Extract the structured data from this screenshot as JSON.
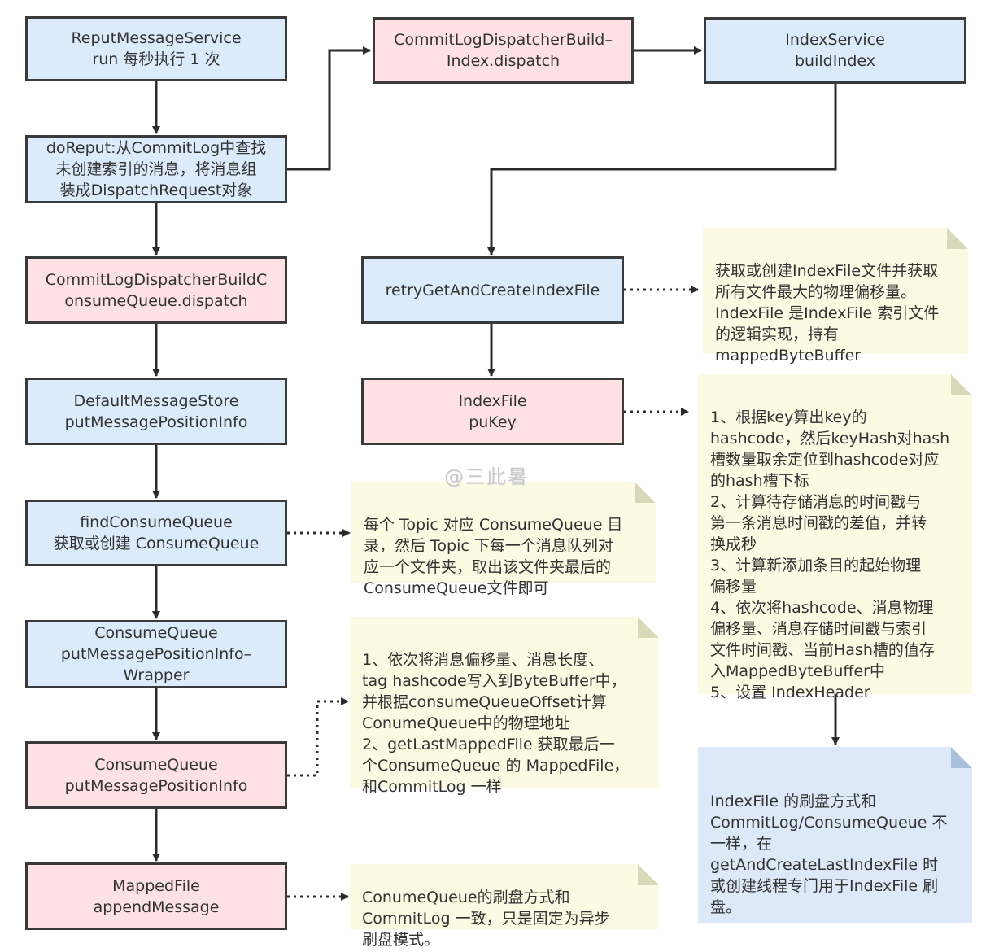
{
  "nodes": {
    "reput": {
      "text": "ReputMessageService\nrun 每秒执行 1 次"
    },
    "doreput": {
      "text": "doReput:从CommitLog中查找\n未创建索引的消息，将消息组\n装成DispatchRequest对象"
    },
    "dispatchCQ": {
      "text": "CommitLogDispatcherBuildC\nonsumeQueue.dispatch"
    },
    "defaultStore": {
      "text": "DefaultMessageStore\nputMessagePositionInfo"
    },
    "findCQ": {
      "text": "findConsumeQueue\n获取或创建 ConsumeQueue"
    },
    "cqWrapper": {
      "text": "ConsumeQueue\nputMessagePositionInfo–\nWrapper"
    },
    "cqPut": {
      "text": "ConsumeQueue\nputMessagePositionInfo"
    },
    "mapped": {
      "text": "MappedFile\nappendMessage"
    },
    "dispatchIndex": {
      "text": "CommitLogDispatcherBuild–\nIndex.dispatch"
    },
    "indexService": {
      "text": "IndexService\nbuildIndex"
    },
    "retryGet": {
      "text": "retryGetAndCreateIndexFile"
    },
    "indexFilePut": {
      "text": "IndexFile\npuKey"
    }
  },
  "notes": {
    "note1": {
      "text": "获取或创建IndexFile文件并获取\n所有文件最大的物理偏移量。\nIndexFile 是IndexFile 索引文件\n的逻辑实现，持有\nmappedByteBuffer"
    },
    "note2": {
      "text": "1、根据key算出key的\nhashcode，然后keyHash对hash\n槽数量取余定位到hashcode对应\n的hash槽下标\n2、计算待存储消息的时间戳与\n第一条消息时间戳的差值，并转\n换成秒\n3、计算新添加条目的起始物理\n偏移量\n4、依次将hashcode、消息物理\n偏移量、消息存储时间戳与索引\n文件时间戳、当前Hash槽的值存\n入MappedByteBuffer中\n5、设置 IndexHeader"
    },
    "note3": {
      "text": "每个 Topic 对应 ConsumeQueue 目\n录，然后 Topic 下每一个消息队列对\n应一个文件夹，取出该文件夹最后的\nConsumeQueue文件即可"
    },
    "note4": {
      "text": "1、依次将消息偏移量、消息长度、\ntag hashcode写入到ByteBuffer中，\n并根据consumeQueueOffset计算\nConumeQueue中的物理地址\n2、getLastMappedFile 获取最后一\n个ConsumeQueue 的 MappedFile，\n和CommitLog 一样"
    },
    "note5": {
      "text": "ConumeQueue的刷盘方式和\nCommitLog 一致，只是固定为异步\n刷盘模式。"
    },
    "note6": {
      "text": "IndexFile 的刷盘方式和\nCommitLog/ConsumeQueue 不\n一样，在\ngetAndCreateLastIndexFile 时\n或创建线程专门用于IndexFile 刷\n盘。"
    }
  },
  "watermark": "@三此暑",
  "colors": {
    "box_blue": "#dcebfb",
    "box_pink": "#fde1e4",
    "note_yellow": "#fbfae2",
    "note_blue": "#dde9f8",
    "border": "#3a3a3a"
  }
}
